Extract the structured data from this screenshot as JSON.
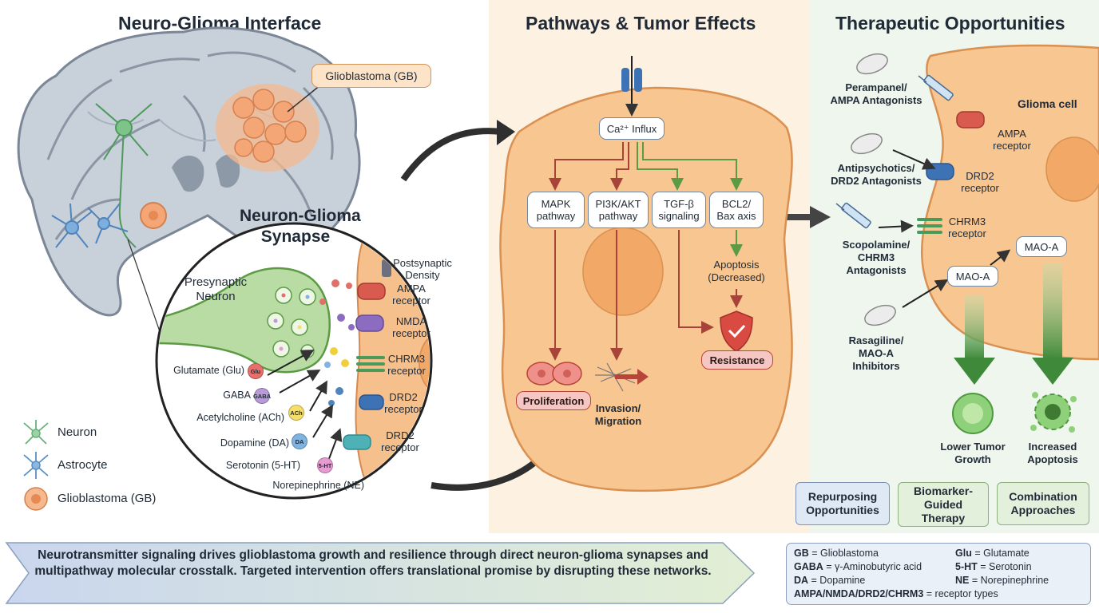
{
  "panels": {
    "interface_title": "Neuro-Glioma Interface",
    "pathways_title": "Pathways & Tumor Effects",
    "therapeutic_title": "Therapeutic Opportunities"
  },
  "brain": {
    "gb_label": "Glioblastoma (GB)"
  },
  "synapse": {
    "title_line1": "Neuron-Glioma",
    "title_line2": "Synapse",
    "presynaptic_line1": "Presynaptic",
    "presynaptic_line2": "Neuron",
    "postsynaptic_line1": "Postsynaptic",
    "postsynaptic_line2": "Density",
    "receptors": [
      {
        "line1": "AMPA",
        "line2": "receptor"
      },
      {
        "line1": "NMDA",
        "line2": "receptor"
      },
      {
        "line1": "CHRM3",
        "line2": "receptor"
      },
      {
        "line1": "DRD2",
        "line2": "receptor"
      },
      {
        "line1": "DRD2",
        "line2": "receptor"
      }
    ],
    "neurotransmitters": [
      {
        "label": "Glutamate (Glu)",
        "badge": "Glu",
        "color": "#e8706a"
      },
      {
        "label": "GABA",
        "badge": "GABA",
        "color": "#b79ad6"
      },
      {
        "label": "Acetylcholine (ACh)",
        "badge": "ACh",
        "color": "#f5de6a"
      },
      {
        "label": "Dopamine (DA)",
        "badge": "DA",
        "color": "#7fb3e0"
      },
      {
        "label": "Serotonin (5-HT)",
        "badge": "5-HT",
        "color": "#e69bd2"
      },
      {
        "label": "Norepinephrine (NE)",
        "badge": "",
        "color": ""
      }
    ]
  },
  "legend": {
    "items": [
      {
        "label": "Neuron",
        "icon": "neuron-icon",
        "color": "#6ab07a"
      },
      {
        "label": "Astrocyte",
        "icon": "astrocyte-icon",
        "color": "#5a8fc4"
      },
      {
        "label": "Glioblastoma (GB)",
        "icon": "glioblastoma-icon",
        "color": "#f1a36c"
      }
    ]
  },
  "pathways": {
    "influx": "Ca²⁺ Influx",
    "nodes": [
      {
        "line1": "MAPK",
        "line2": "pathway"
      },
      {
        "line1": "PI3K/AKT",
        "line2": "pathway"
      },
      {
        "line1": "TGF-β",
        "line2": "signaling"
      },
      {
        "line1": "BCL2/",
        "line2": "Bax axis"
      }
    ],
    "apoptosis_line1": "Apoptosis",
    "apoptosis_line2": "(Decreased)",
    "proliferation": "Proliferation",
    "invasion_line1": "Invasion/",
    "invasion_line2": "Migration",
    "resistance": "Resistance"
  },
  "therapy": {
    "glioma_cell": "Glioma cell",
    "drugs": [
      {
        "line1": "Perampanel/",
        "line2": "AMPA Antagonists",
        "line3": ""
      },
      {
        "line1": "Antipsychotics/",
        "line2": "DRD2 Antagonists",
        "line3": ""
      },
      {
        "line1": "Scopolamine/",
        "line2": "CHRM3",
        "line3": "Antagonists"
      },
      {
        "line1": "Rasagiline/",
        "line2": "MAO-A",
        "line3": "Inhibitors"
      }
    ],
    "targets": [
      {
        "line1": "AMPA",
        "line2": "receptor"
      },
      {
        "line1": "DRD2",
        "line2": "receptor"
      },
      {
        "line1": "CHRM3",
        "line2": "receptor"
      }
    ],
    "mao_a": "MAO-A",
    "mao_a_2": "MAO-A",
    "outcome_growth_line1": "Lower Tumor",
    "outcome_growth_line2": "Growth",
    "outcome_apoptosis_line1": "Increased",
    "outcome_apoptosis_line2": "Apoptosis",
    "strategies": [
      {
        "line1": "Repurposing",
        "line2": "Opportunities",
        "line3": "",
        "color": "#dfe8f5",
        "border": "#7d94b4"
      },
      {
        "line1": "Biomarker-",
        "line2": "Guided",
        "line3": "Therapy",
        "color": "#e3f0dc",
        "border": "#8fb07f"
      },
      {
        "line1": "Combination",
        "line2": "Approaches",
        "line3": "",
        "color": "#e3f0dc",
        "border": "#8fb07f"
      }
    ]
  },
  "banner": {
    "text": "Neurotransmitter signaling drives glioblastoma growth and resilience through direct neuron-glioma synapses and multipathway molecular crosstalk. Targeted intervention offers translational promise by disrupting these networks."
  },
  "abbreviations": [
    {
      "key": "GB",
      "value": " = Glioblastoma"
    },
    {
      "key": "Glu",
      "value": " = Glutamate"
    },
    {
      "key": "GABA",
      "value": " = γ-Aminobutyric acid"
    },
    {
      "key": "5-HT",
      "value": " = Serotonin"
    },
    {
      "key": "DA",
      "value": " = Dopamine"
    },
    {
      "key": "NE",
      "value": " = Norepinephrine"
    },
    {
      "key": "AMPA/NMDA/DRD2/CHRM3",
      "value": " = receptor types"
    }
  ]
}
